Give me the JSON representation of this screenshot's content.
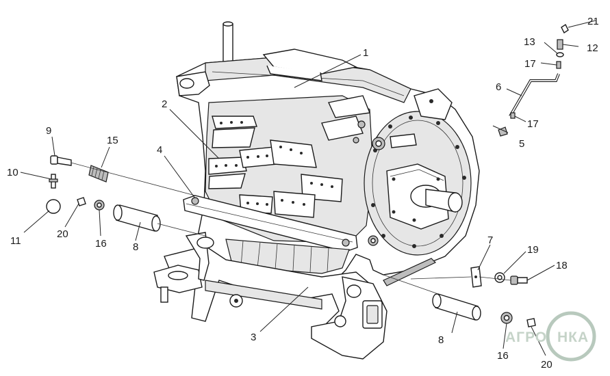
{
  "diagram": {
    "callouts": [
      {
        "id": "c1",
        "label": "1"
      },
      {
        "id": "c2",
        "label": "2"
      },
      {
        "id": "c3",
        "label": "3"
      },
      {
        "id": "c4",
        "label": "4"
      },
      {
        "id": "c5",
        "label": "5"
      },
      {
        "id": "c6",
        "label": "6"
      },
      {
        "id": "c7",
        "label": "7"
      },
      {
        "id": "c8a",
        "label": "8"
      },
      {
        "id": "c8b",
        "label": "8"
      },
      {
        "id": "c9",
        "label": "9"
      },
      {
        "id": "c10",
        "label": "10"
      },
      {
        "id": "c11",
        "label": "11"
      },
      {
        "id": "c12",
        "label": "12"
      },
      {
        "id": "c13",
        "label": "13"
      },
      {
        "id": "c15",
        "label": "15"
      },
      {
        "id": "c16a",
        "label": "16"
      },
      {
        "id": "c16b",
        "label": "16"
      },
      {
        "id": "c17a",
        "label": "17"
      },
      {
        "id": "c17b",
        "label": "17"
      },
      {
        "id": "c18",
        "label": "18"
      },
      {
        "id": "c19",
        "label": "19"
      },
      {
        "id": "c20a",
        "label": "20"
      },
      {
        "id": "c20b",
        "label": "20"
      },
      {
        "id": "c21",
        "label": "21"
      }
    ]
  },
  "watermark": {
    "left": "АГРО",
    "right": "НКА"
  }
}
